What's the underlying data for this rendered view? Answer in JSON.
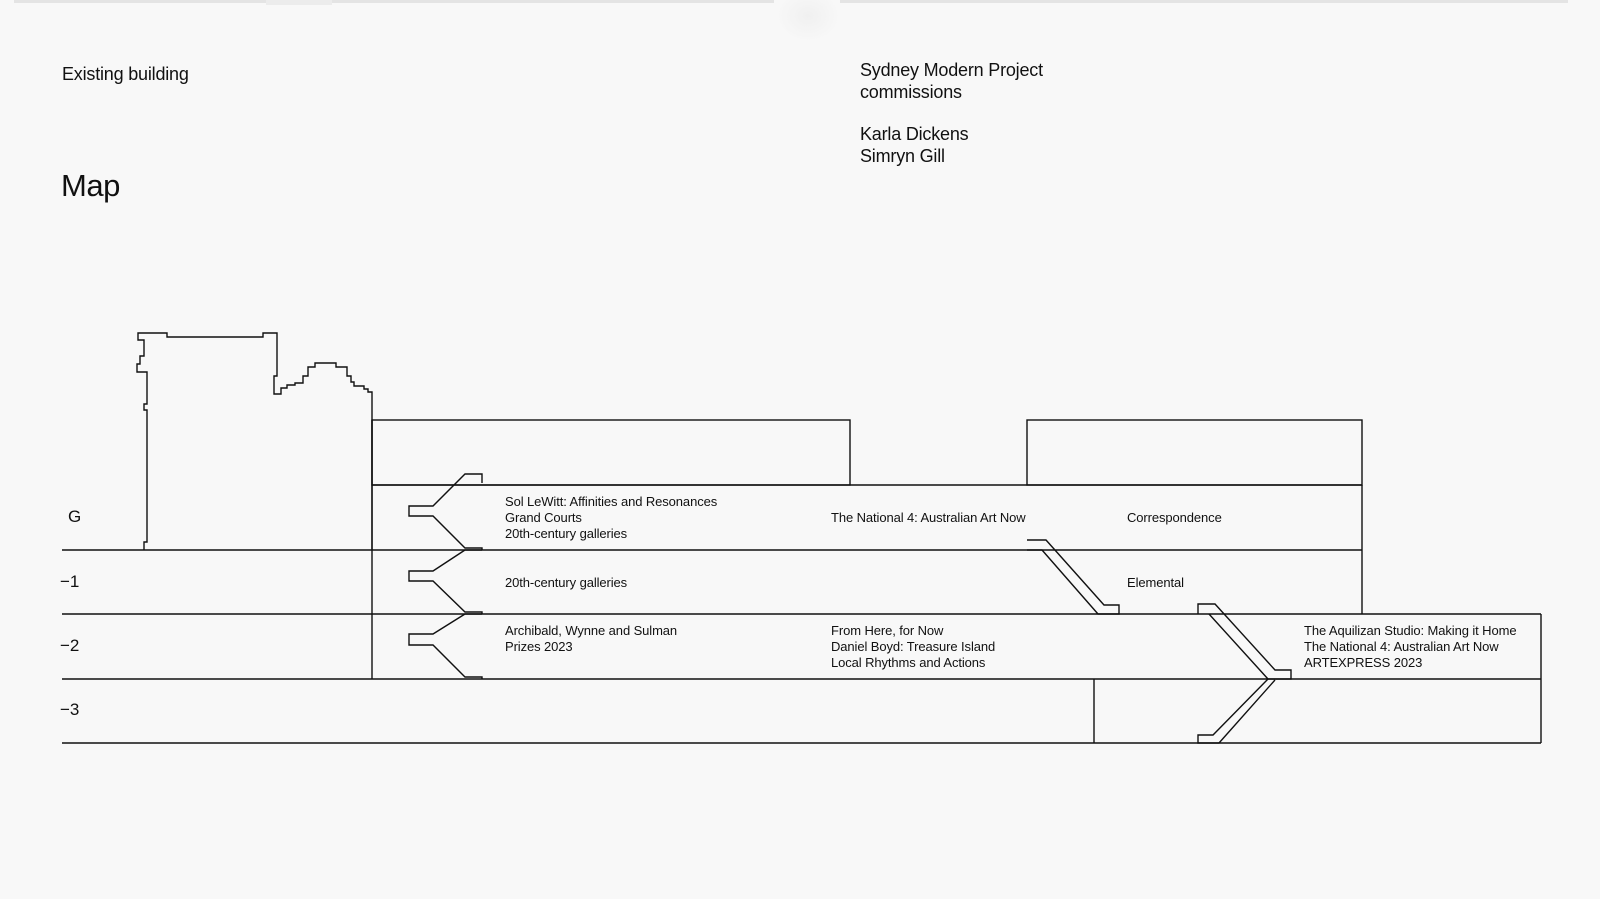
{
  "header": {
    "existing_building": "Existing building",
    "commissions_title": [
      "Sydney Modern Project",
      "commissions"
    ],
    "artists": [
      "Karla Dickens",
      "Simryn Gill"
    ],
    "map_title": "Map"
  },
  "levels": [
    "G",
    "−1",
    "−2",
    "−3"
  ],
  "galleries": {
    "g_left": [
      "Sol LeWitt: Affinities and Resonances",
      "Grand Courts",
      "20th-century galleries"
    ],
    "g_mid": [
      "The National 4: Australian Art Now"
    ],
    "g_right": [
      "Correspondence"
    ],
    "l1_left": [
      "20th-century galleries"
    ],
    "l1_right": [
      "Elemental"
    ],
    "l2_left": [
      "Archibald, Wynne and Sulman",
      "Prizes 2023"
    ],
    "l2_mid": [
      "From Here, for Now",
      "Daniel Boyd: Treasure Island",
      "Local Rhythms and Actions"
    ],
    "l2_right": [
      "The Aquilizan Studio: Making it Home",
      "The National 4: Australian Art Now",
      "ARTEXPRESS 2023"
    ]
  },
  "colors": {
    "background": "#f8f8f8",
    "line": "#111111"
  }
}
